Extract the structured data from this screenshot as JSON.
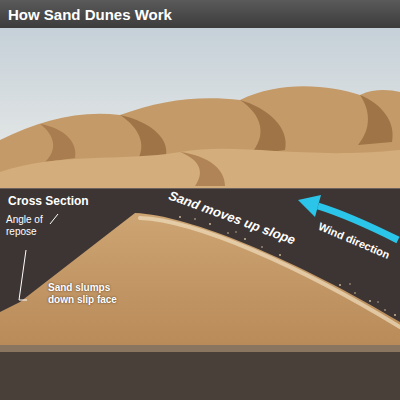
{
  "diagram": {
    "title": "How Sand Dunes Work",
    "labels": [
      "Cross Section",
      "Angle of repose",
      "Sand slumps down slip face",
      "Sand moves up slope",
      "Wind direction"
    ]
  }
}
